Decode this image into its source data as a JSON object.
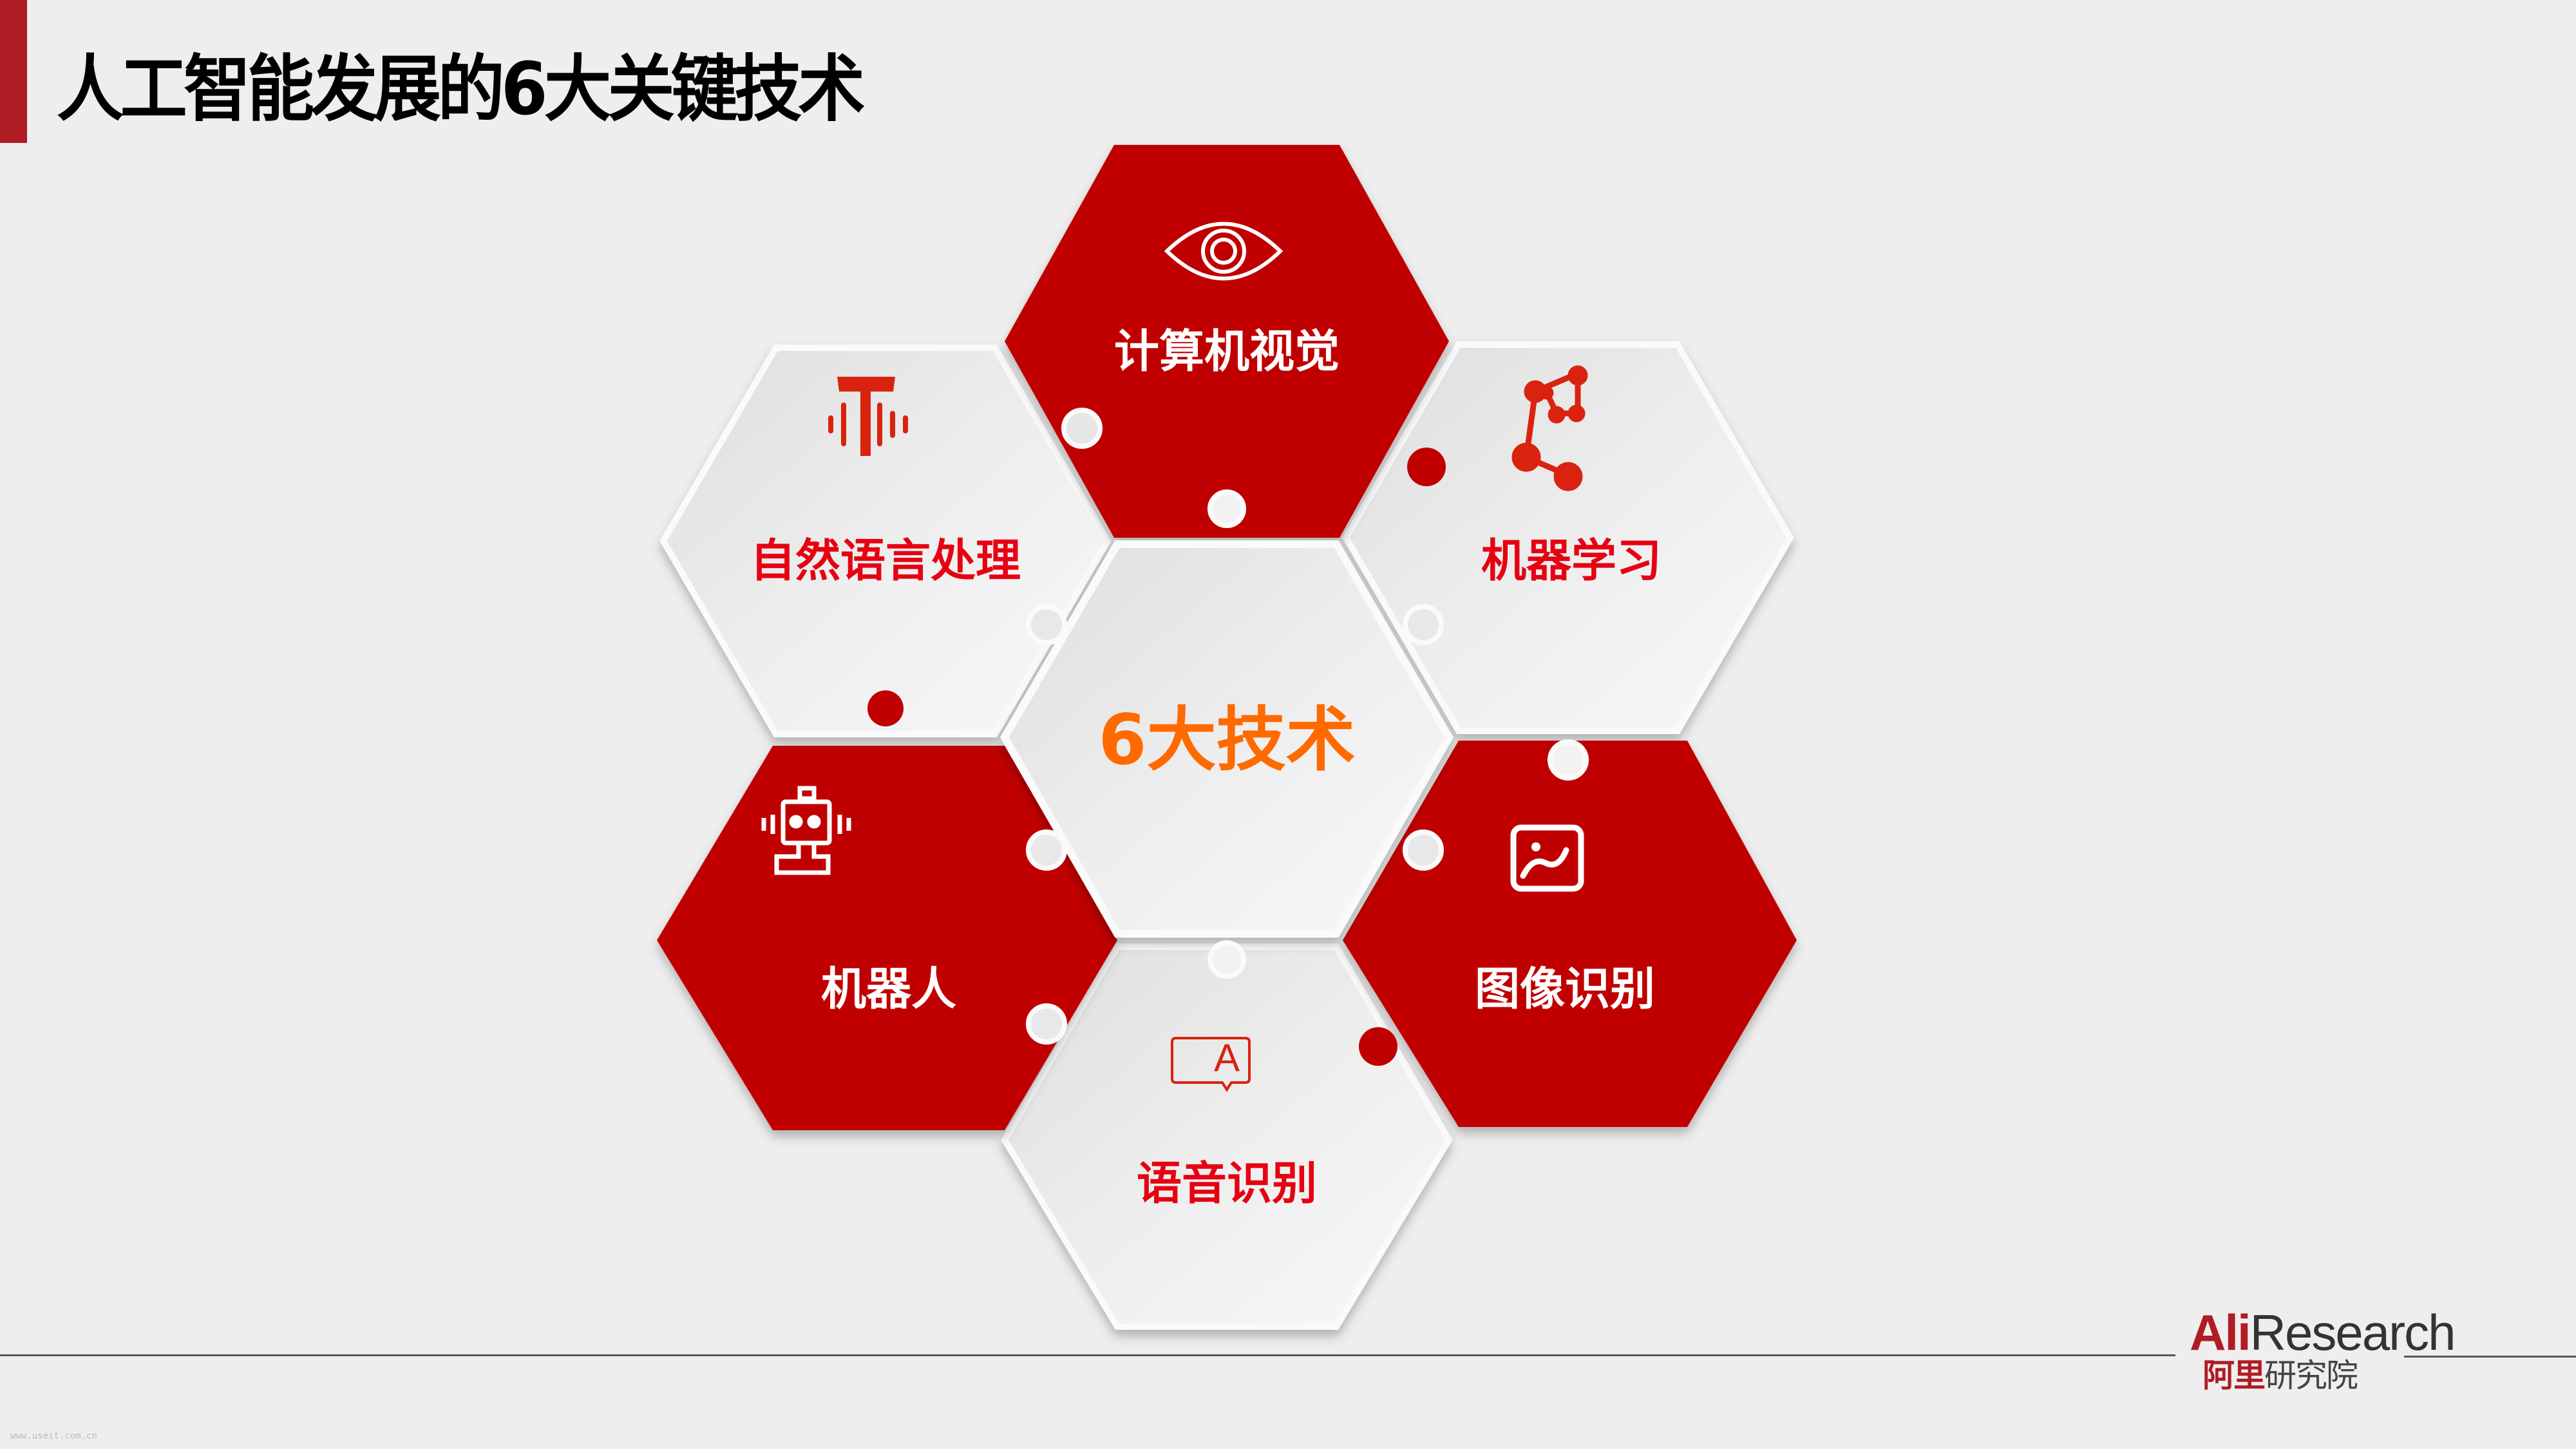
{
  "slide": {
    "title": "人工智能发展的6大关键技术",
    "center_label": "6大技术",
    "colors": {
      "background": "#eeeeee",
      "accent_red": "#c00000",
      "title_bar": "#b01c24",
      "center_text": "#ff6a00",
      "light_hex_text": "#e60012",
      "icon_red": "#d9230f",
      "light_hex_fill": "#ebebeb"
    }
  },
  "technologies": [
    {
      "label": "计算机视觉",
      "icon": "eye-icon",
      "style": "red"
    },
    {
      "label": "自然语言处理",
      "icon": "text-voice-icon",
      "style": "light"
    },
    {
      "label": "机器学习",
      "icon": "network-nodes-icon",
      "style": "light"
    },
    {
      "label": "机器人",
      "icon": "robot-icon",
      "style": "red"
    },
    {
      "label": "图像识别",
      "icon": "image-icon",
      "style": "red"
    },
    {
      "label": "语音识别",
      "icon": "speech-bubble-a-icon",
      "style": "light"
    }
  ],
  "speech_icon_letter": "A",
  "footer": {
    "logo_en_accent": "Ali",
    "logo_en_rest": "Research",
    "logo_cn_accent": "阿里",
    "logo_cn_rest": "研究院",
    "watermark": "www.useit.com.cn"
  }
}
